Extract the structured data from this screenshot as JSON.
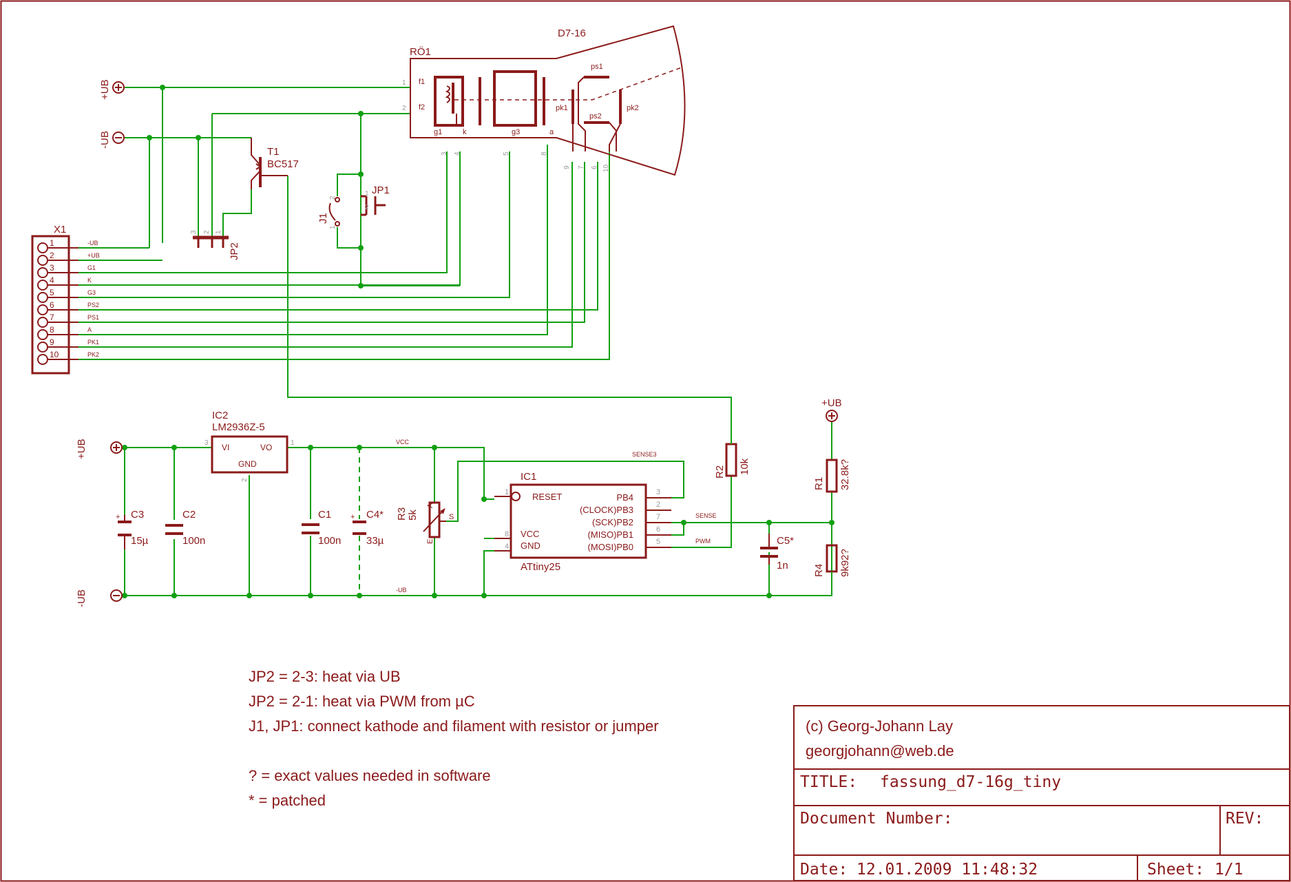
{
  "tube": {
    "ref": "RÖ1",
    "type": "D7-16",
    "pin_labels": [
      "f1",
      "f2",
      "g1",
      "k",
      "g3",
      "a",
      "pk1",
      "ps1",
      "ps2",
      "pk2"
    ],
    "pin_numbers": [
      "1",
      "2",
      "3",
      "4",
      "5",
      "8",
      "9",
      "7",
      "6",
      "10"
    ]
  },
  "supply_labels": {
    "plus_ub": "+UB",
    "minus_ub": "-UB"
  },
  "transistor": {
    "ref": "T1",
    "type": "BC517"
  },
  "jumpers": {
    "jp1": "JP1",
    "jp2": "JP2",
    "j1": "J1",
    "jp1_pins": [
      "1",
      "2"
    ],
    "j1_pins": [
      "1",
      "2"
    ],
    "jp2_pins": [
      "3",
      "2",
      "1"
    ]
  },
  "connector": {
    "ref": "X1",
    "pins": [
      "1",
      "2",
      "3",
      "4",
      "5",
      "6",
      "7",
      "8",
      "9",
      "10"
    ],
    "signals": [
      "-UB",
      "+UB",
      "G1",
      "K",
      "G3",
      "PS2",
      "PS1",
      "A",
      "PK1",
      "PK2"
    ]
  },
  "regulator": {
    "ref": "IC2",
    "type": "LM2936Z-5",
    "vi": "VI",
    "vo": "VO",
    "gnd": "GND",
    "pin_vi": "3",
    "pin_vo": "1",
    "pin_gnd": "2"
  },
  "net_labels": {
    "vcc": "VCC",
    "minus_ub": "-UB",
    "sense3": "SENSE3",
    "sense": "SENSE",
    "pwm": "PWM"
  },
  "capacitors": {
    "c3": {
      "ref": "C3",
      "value": "15µ"
    },
    "c2": {
      "ref": "C2",
      "value": "100n"
    },
    "c1": {
      "ref": "C1",
      "value": "100n"
    },
    "c4": {
      "ref": "C4*",
      "value": "33µ"
    },
    "c5": {
      "ref": "C5*",
      "value": "1n"
    }
  },
  "pot": {
    "ref": "R3",
    "value": "5k",
    "a": "A",
    "s": "S",
    "e": "E"
  },
  "mcu": {
    "ref": "IC1",
    "type": "ATtiny25",
    "left_pins": [
      {
        "name": "RESET",
        "num": "1"
      },
      {
        "name": "VCC",
        "num": "8"
      },
      {
        "name": "GND",
        "num": "4"
      }
    ],
    "right_pins": [
      {
        "name": "PB4",
        "num": "3"
      },
      {
        "name": "(CLOCK)PB3",
        "num": "2"
      },
      {
        "name": "(SCK)PB2",
        "num": "7"
      },
      {
        "name": "(MISO)PB1",
        "num": "6"
      },
      {
        "name": "(MOSI)PB0",
        "num": "5"
      }
    ]
  },
  "resistors": {
    "r2": {
      "ref": "R2",
      "value": "10k"
    },
    "r1": {
      "ref": "R1",
      "value": "32.8k?"
    },
    "r4": {
      "ref": "R4",
      "value": "9k92?"
    }
  },
  "notes": [
    "JP2 = 2-3: heat via UB",
    "JP2 = 2-1: heat via PWM from µC",
    "J1, JP1: connect kathode and filament with resistor or jumper",
    "? = exact values needed in software",
    "* = patched"
  ],
  "title_block": {
    "copyright": "(c) Georg-Johann Lay",
    "email": "georgjohann@web.de",
    "title_label": "TITLE:",
    "title_value": "fassung_d7-16g_tiny",
    "doc_label": "Document Number:",
    "rev_label": "REV:",
    "date_label": "Date:",
    "date_value": "12.01.2009 11:48:32",
    "sheet_label": "Sheet:",
    "sheet_value": "1/1"
  },
  "colors": {
    "frame": "#8b1a1a",
    "wire": "#12a012",
    "symbol": "#8b1a1a",
    "pin": "#999999"
  }
}
